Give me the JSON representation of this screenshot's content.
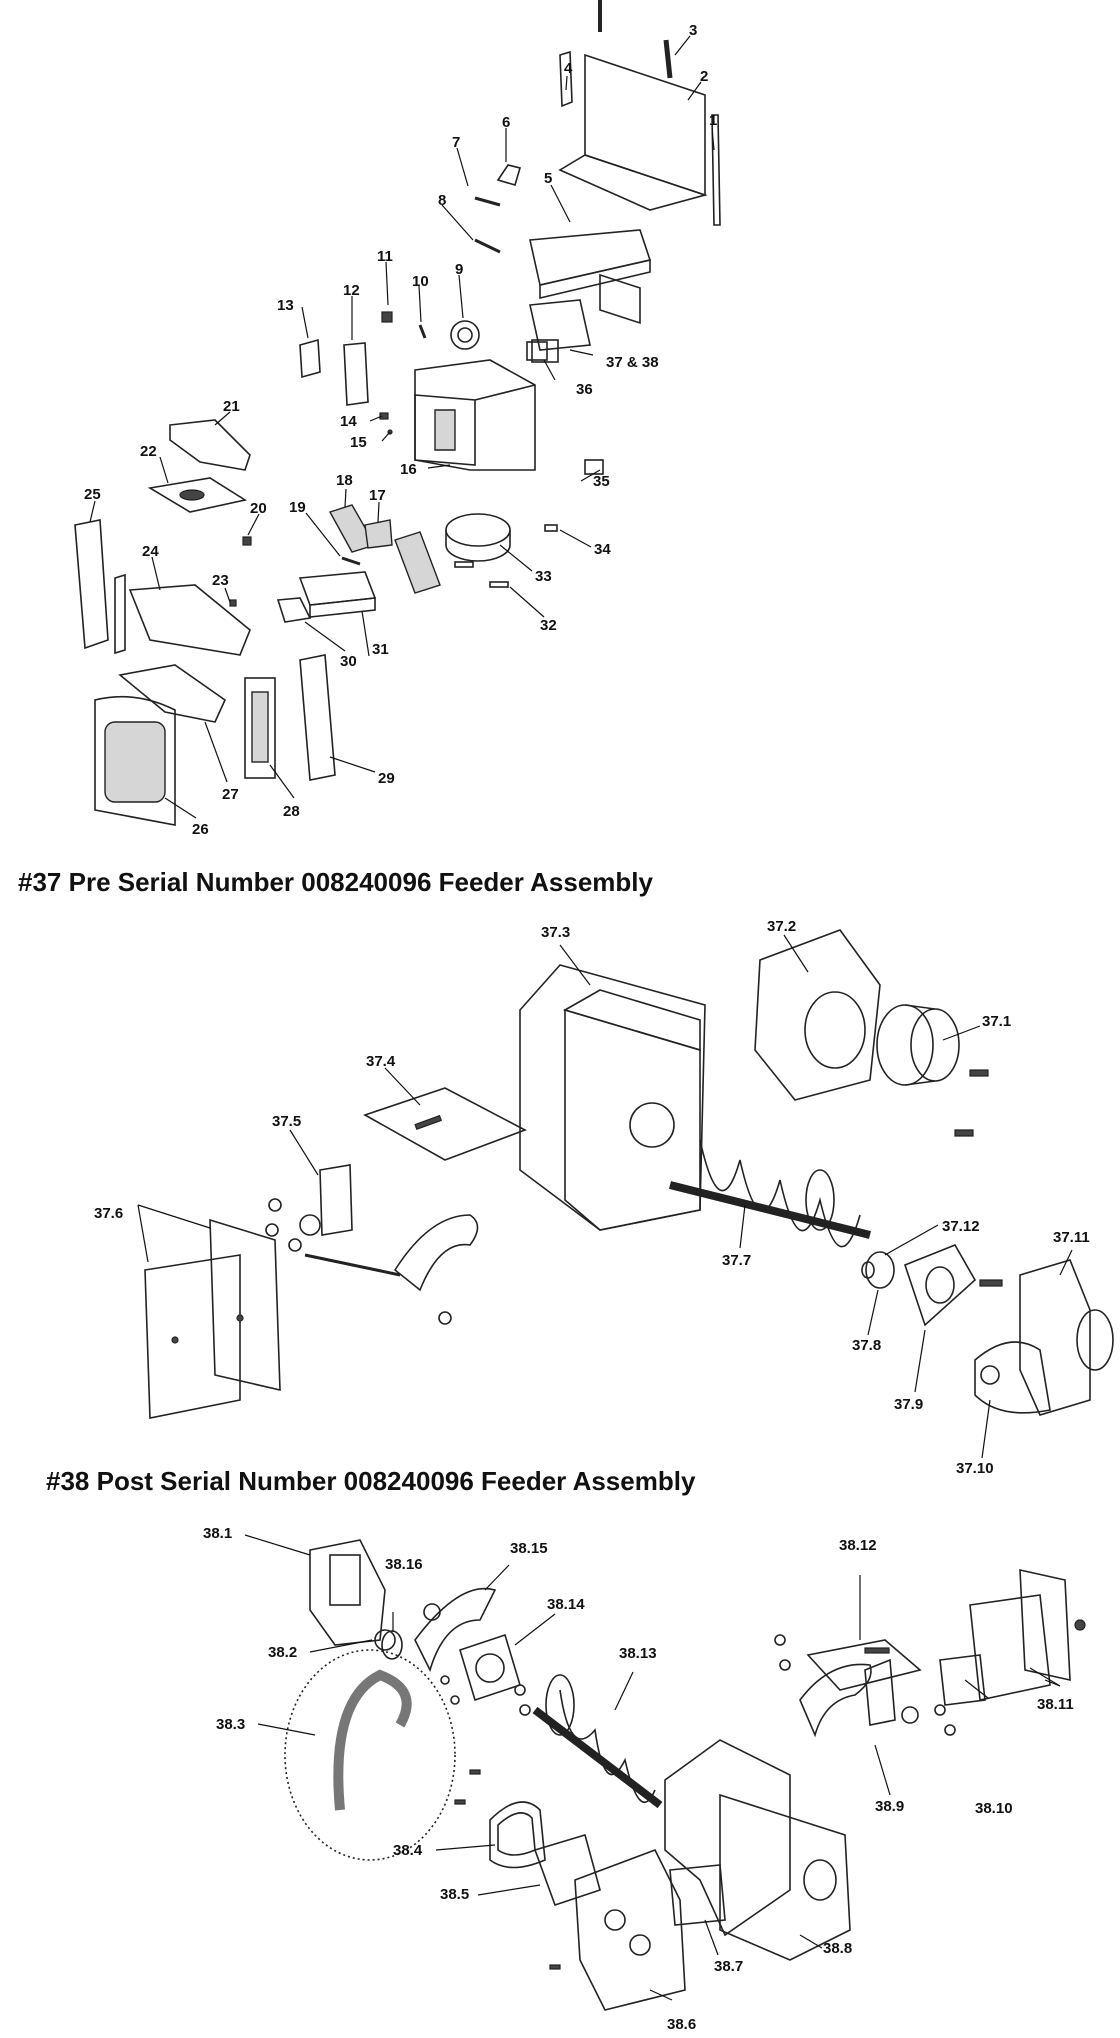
{
  "headings": {
    "section37": "#37 Pre Serial Number 008240096 Feeder Assembly",
    "section38": "#38 Post Serial Number 008240096 Feeder Assembly"
  },
  "labels": {
    "l1": "1",
    "l2": "2",
    "l3": "3",
    "l4": "4",
    "l5": "5",
    "l6": "6",
    "l7": "7",
    "l8": "8",
    "l9": "9",
    "l10": "10",
    "l11": "11",
    "l12": "12",
    "l13": "13",
    "l14": "14",
    "l15": "15",
    "l16": "16",
    "l17": "17",
    "l18": "18",
    "l19": "19",
    "l20": "20",
    "l21": "21",
    "l22": "22",
    "l23": "23",
    "l24": "24",
    "l25": "25",
    "l26": "26",
    "l27": "27",
    "l28": "28",
    "l29": "29",
    "l30": "30",
    "l31": "31",
    "l32": "32",
    "l33": "33",
    "l34": "34",
    "l35": "35",
    "l36": "36",
    "l3738": "37 & 38",
    "a37_1": "37.1",
    "a37_2": "37.2",
    "a37_3": "37.3",
    "a37_4": "37.4",
    "a37_5": "37.5",
    "a37_6": "37.6",
    "a37_7": "37.7",
    "a37_8": "37.8",
    "a37_9": "37.9",
    "a37_10": "37.10",
    "a37_11": "37.11",
    "a37_12": "37.12",
    "b38_1": "38.1",
    "b38_2": "38.2",
    "b38_3": "38.3",
    "b38_4": "38.4",
    "b38_5": "38.5",
    "b38_6": "38.6",
    "b38_7": "38.7",
    "b38_8": "38.8",
    "b38_9": "38.9",
    "b38_10": "38.10",
    "b38_11": "38.11",
    "b38_12": "38.12",
    "b38_13": "38.13",
    "b38_14": "38.14",
    "b38_15": "38.15",
    "b38_16": "38.16"
  }
}
